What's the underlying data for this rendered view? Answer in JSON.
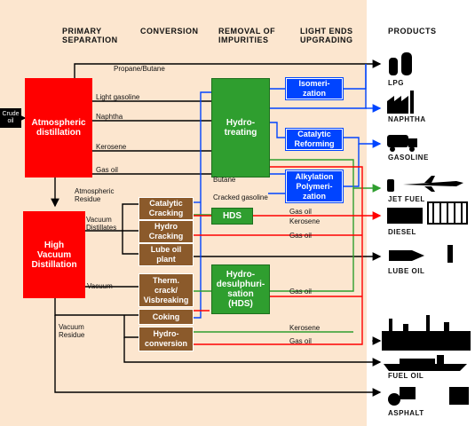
{
  "headers": {
    "primary": "PRIMARY\nSEPARATION",
    "conversion": "CONVERSION",
    "removal": "REMOVAL OF\nIMPURITIES",
    "light": "LIGHT ENDS\nUPGRADING",
    "products": "PRODUCTS"
  },
  "crude": "Crude\noil",
  "units": {
    "atmospheric": "Atmospheric\ndistillation",
    "vacuum": "High\nVacuum\nDistillation",
    "hydrotreating": "Hydro-\ntreating",
    "hds": "HDS",
    "hydrodesulph": "Hydro-\ndesulphuri-\nsation\n(HDS)",
    "catcracking": "Catalytic\nCracking",
    "hydrocracking": "Hydro\nCracking",
    "lubeplant": "Lube oil\nplant",
    "thermcrack": "Therm.\ncrack/\nVisbreaking",
    "coking": "Coking",
    "hydroconversion": "Hydro-\nconversion",
    "isomerization": "Isomeri-\nzation",
    "catreforming": "Catalytic\nReforming",
    "alkylation": "Alkylation\nPolymeri-\nzation"
  },
  "streams": {
    "propane": "Propane/Butane",
    "lightgas": "Light gasoline",
    "naphtha": "Naphtha",
    "kerosene": "Kerosene",
    "gasoil": "Gas oil",
    "atmres": "Atmospheric\nResidue",
    "butane": "Butane",
    "crackedgas": "Cracked gasoline",
    "vacdist": "Vacuum\nDistillates",
    "vacuum": "Vacuum",
    "vacres": "Vacuum\nResidue",
    "go1": "Gas oil",
    "kero2": "Kerosene",
    "go2": "Gas oil",
    "go3": "Gas oil",
    "kero3": "Kerosene",
    "go4": "Gas oil"
  },
  "products": {
    "lpg": "LPG",
    "naphtha": "NAPHTHA",
    "gasoline": "GASOLINE",
    "jetfuel": "JET FUEL",
    "diesel": "DIESEL",
    "lubeoil": "LUBE OIL",
    "fueloil": "FUEL OIL",
    "asphalt": "ASPHALT"
  }
}
